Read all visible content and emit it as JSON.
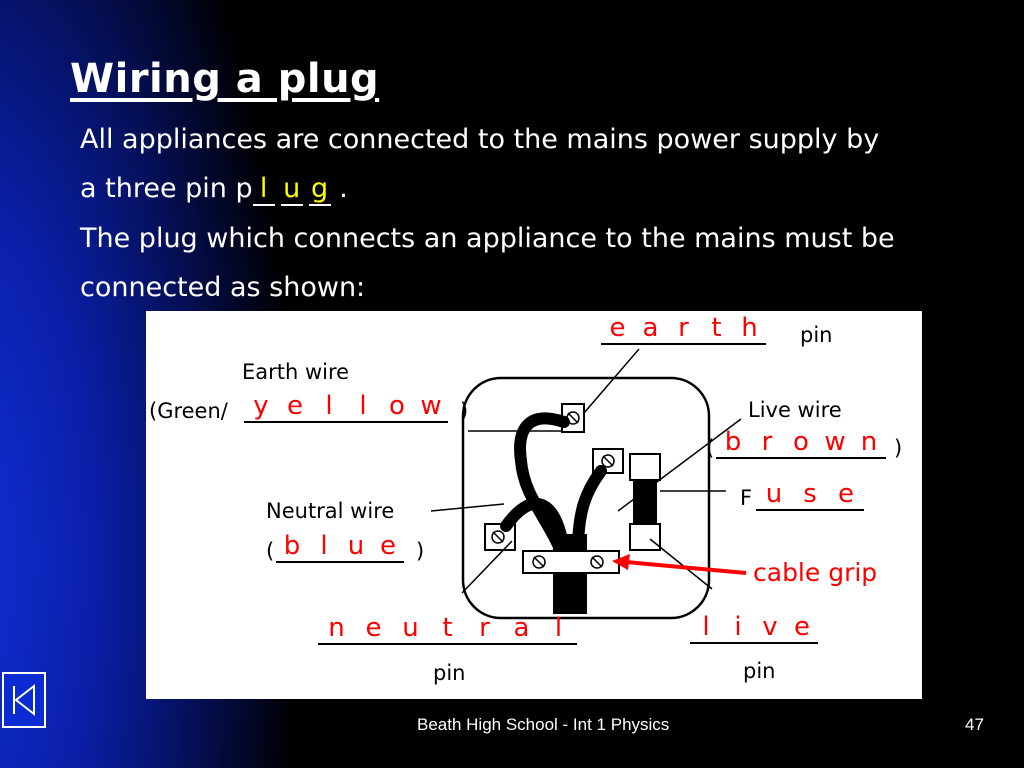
{
  "title": "Wiring a plug",
  "text": {
    "line1": "All appliances are connected to the mains power supply by",
    "line2_prefix": "a three pin   p",
    "line2_blanks": [
      "l",
      "u",
      "g"
    ],
    "line2_suffix": " .",
    "line3": "The plug which connects an appliance to the mains must be",
    "line4": "connected as shown:"
  },
  "diagram": {
    "earth_pin_letters": [
      "e",
      "a",
      "r",
      "t",
      "h"
    ],
    "earth_pin_suffix": "pin",
    "earth_wire_label": "Earth wire",
    "earth_wire_prefix": "(Green/",
    "earth_wire_letters": [
      "y",
      "e",
      "l",
      "l",
      "o",
      "w"
    ],
    "earth_wire_suffix": ")",
    "live_wire_label": "Live wire",
    "live_wire_prefix": "(",
    "live_wire_letters": [
      "b",
      "r",
      "o",
      "w",
      "n"
    ],
    "live_wire_suffix": ")",
    "fuse_prefix": "F",
    "fuse_letters": [
      "u",
      "s",
      "e"
    ],
    "neutral_wire_label": "Neutral wire",
    "neutral_wire_prefix": "(",
    "neutral_wire_letters": [
      "b",
      "l",
      "u",
      "e"
    ],
    "neutral_wire_suffix": ")",
    "cable_grip_label": "cable grip",
    "neutral_pin_letters": [
      "n",
      "e",
      "u",
      "t",
      "r",
      "a",
      "l"
    ],
    "neutral_pin_suffix": "pin",
    "live_pin_letters": [
      "l",
      "i",
      "v",
      "e"
    ],
    "live_pin_suffix": "pin"
  },
  "footer": {
    "school": "Beath High School - Int 1 Physics",
    "page_number": "47"
  },
  "nav_icon": "back-to-start-icon",
  "colors": {
    "answer_red": "#ff0000",
    "answer_yellow": "#ffff00",
    "background": "#000000",
    "accent_blue": "#0a2bd4"
  }
}
